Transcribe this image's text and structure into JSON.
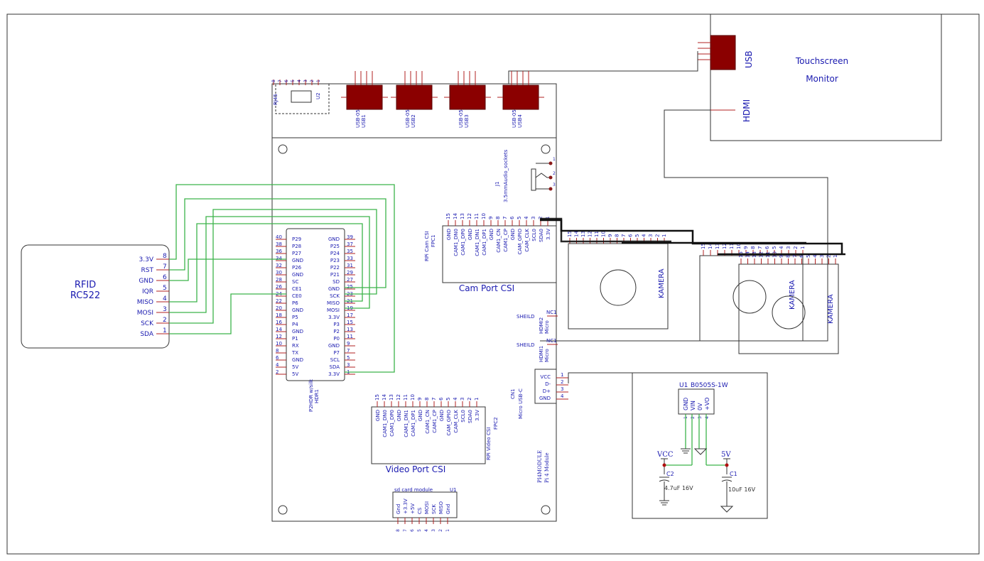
{
  "rfid": {
    "title": "RFID",
    "part": "RC522",
    "pins": [
      {
        "name": "3.3V",
        "num": "8"
      },
      {
        "name": "RST",
        "num": "7"
      },
      {
        "name": "GND",
        "num": "6"
      },
      {
        "name": "IQR",
        "num": "5"
      },
      {
        "name": "MISO",
        "num": "4"
      },
      {
        "name": "MOSI",
        "num": "3"
      },
      {
        "name": "SCK",
        "num": "2"
      },
      {
        "name": "SDA",
        "num": "1"
      }
    ]
  },
  "monitor": {
    "title": "Touchscreen",
    "subtitle": "Monitor",
    "usb_label": "USB",
    "hdmi_label": "HDMI"
  },
  "rj45": {
    "name": "RJ45",
    "ref": "U2",
    "pins": [
      "8",
      "7",
      "6",
      "5",
      "4",
      "3",
      "2",
      "1"
    ]
  },
  "usb_ports": [
    {
      "type": "USB-05",
      "ref": "USB1"
    },
    {
      "type": "USB-05",
      "ref": "USB2"
    },
    {
      "type": "USB-05",
      "ref": "USB3"
    },
    {
      "type": "USB-05",
      "ref": "USB4"
    }
  ],
  "audio": {
    "ref": "J1",
    "name": "3.5mmAudio_sockets",
    "pins": [
      "1",
      "2",
      "3"
    ]
  },
  "header": {
    "ref": "HDR1",
    "name": "P2HDR w/silk",
    "left_labels": [
      "P29",
      "P28",
      "P27",
      "GND",
      "P26",
      "GND",
      "SC",
      "CE1",
      "CE0",
      "P6",
      "GND",
      "P5",
      "P4",
      "GND",
      "P1",
      "RX",
      "TX",
      "GND",
      "5V",
      "5V"
    ],
    "left_nums": [
      "40",
      "38",
      "36",
      "34",
      "32",
      "30",
      "28",
      "26",
      "24",
      "22",
      "20",
      "18",
      "16",
      "14",
      "12",
      "10",
      "8",
      "6",
      "4",
      "2"
    ],
    "right_labels": [
      "GND",
      "P25",
      "P24",
      "P23",
      "P22",
      "P21",
      "SD",
      "GND",
      "SCK",
      "MISO",
      "MOSI",
      "3.3V",
      "P3",
      "P2",
      "P0",
      "GND",
      "P7",
      "SCL",
      "SDA",
      "3.3V"
    ],
    "right_nums": [
      "39",
      "37",
      "35",
      "33",
      "31",
      "29",
      "27",
      "25",
      "23",
      "21",
      "19",
      "17",
      "15",
      "13",
      "11",
      "9",
      "7",
      "5",
      "3",
      "1"
    ]
  },
  "cam_csi": {
    "title": "Cam Port CSI",
    "ref": "FPC1",
    "name": "RPi Cam CSI",
    "signals": [
      "GND",
      "CAM1_DN0",
      "CAM1_DP0",
      "GND",
      "CAM1_DN1",
      "CAM1_DP1",
      "GND",
      "CAM1_CN",
      "CAM1_CP",
      "GND",
      "CAM_GPIO",
      "CAM_CLK",
      "SCL0",
      "SDA0",
      "3.3V"
    ],
    "nums": [
      "15",
      "14",
      "13",
      "12",
      "11",
      "10",
      "9",
      "8",
      "7",
      "6",
      "5",
      "4",
      "3",
      "2",
      "1"
    ]
  },
  "video_csi": {
    "title": "Video Port CSI",
    "ref": "FPC2",
    "name": "RPi Video CSI",
    "signals": [
      "GND",
      "CAM1_DN0",
      "CAM1_DP0",
      "GND",
      "CAM1_DN1",
      "CAM1_DP1",
      "GND",
      "CAM1_CN",
      "CAM1_CP",
      "GND",
      "CAM_GPIO",
      "CAM_CLK",
      "SCL0",
      "SDA0",
      "3.3V"
    ],
    "nums": [
      "15",
      "14",
      "13",
      "12",
      "11",
      "10",
      "9",
      "8",
      "7",
      "6",
      "5",
      "4",
      "3",
      "2",
      "1"
    ]
  },
  "cameras": [
    {
      "label": "KAMERA"
    },
    {
      "label": "KAMERA"
    },
    {
      "label": "KAMERA"
    }
  ],
  "hdmi_ports": [
    {
      "name": "HDMI2",
      "sub": "Micro",
      "shield": "SHEILD",
      "nc": "NC1"
    },
    {
      "name": "HDMI1",
      "sub": "Micro",
      "shield": "SHEILD",
      "nc": "NC1"
    }
  ],
  "usbc": {
    "ref": "CN1",
    "name": "Micro USB-C",
    "pins": [
      {
        "name": "VCC",
        "num": "1"
      },
      {
        "name": "D-",
        "num": "2"
      },
      {
        "name": "D+",
        "num": "3"
      },
      {
        "name": "GND",
        "num": "4"
      }
    ]
  },
  "sdcard": {
    "title": "sd card module",
    "ref": "U1",
    "signals": [
      "Gnd",
      "+3.3V",
      "+5V",
      "CS",
      "MOSI",
      "SCK",
      "MISO",
      "Gnd"
    ],
    "nums": [
      "8",
      "7",
      "6",
      "5",
      "4",
      "3",
      "2",
      "1"
    ]
  },
  "pi": {
    "name": "PI4MODULE",
    "sub": "Pi 4 Module"
  },
  "power": {
    "ref": "U1",
    "part": "B0505S-1W",
    "pins": [
      "GND",
      "VIN",
      "0V",
      "+VO"
    ],
    "pin_nums": [
      "1",
      "2",
      "3",
      "4"
    ],
    "vcc": "VCC",
    "v5": "5V",
    "c2": {
      "ref": "C2",
      "value": "4.7uF 16V"
    },
    "c1": {
      "ref": "C1",
      "value": "10uF 16V"
    }
  }
}
